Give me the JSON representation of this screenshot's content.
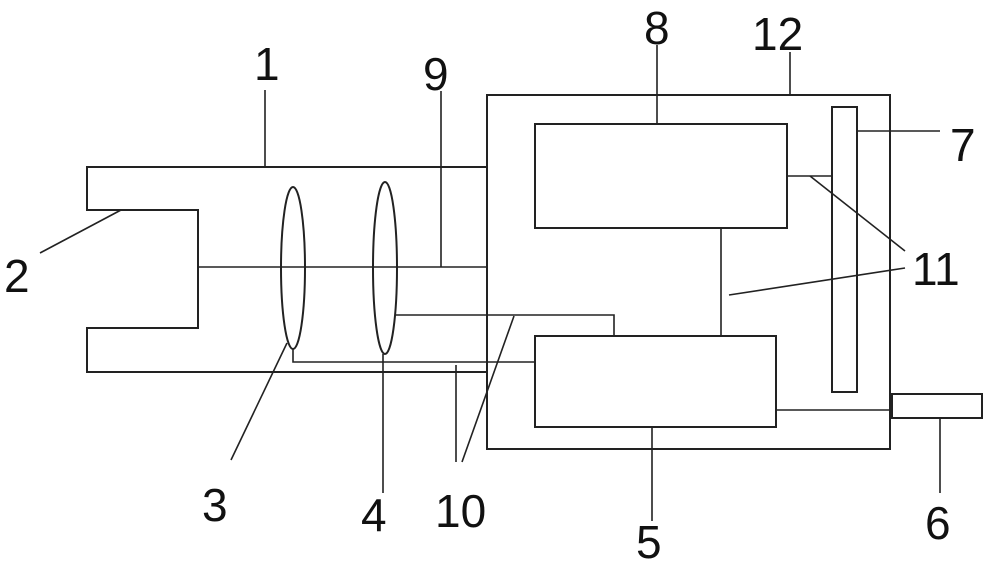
{
  "labels": {
    "l1": "1",
    "l2": "2",
    "l3": "3",
    "l4": "4",
    "l5": "5",
    "l6": "6",
    "l7": "7",
    "l8": "8",
    "l9": "9",
    "l10": "10",
    "l11": "11",
    "l12": "12"
  },
  "colors": {
    "line": "#222222",
    "hatch": "#222222",
    "background": "#ffffff"
  }
}
